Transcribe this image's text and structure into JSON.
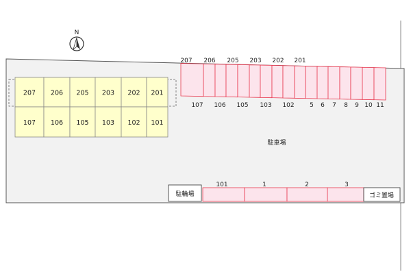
{
  "compass": {
    "label": "N",
    "icon": "north-arrow-icon"
  },
  "colors": {
    "building_fill": "#ffffcc",
    "building_stroke": "#888888",
    "parking_fill": "#fce4ec",
    "parking_stroke": "#e8384f",
    "lot_fill": "#f2f2f2",
    "lot_stroke": "#555555"
  },
  "building": {
    "upper_units": [
      "207",
      "206",
      "205",
      "203",
      "202",
      "201"
    ],
    "lower_units": [
      "107",
      "106",
      "105",
      "103",
      "102",
      "101"
    ]
  },
  "parking_top": {
    "upper_labels": [
      "207",
      "206",
      "205",
      "203",
      "202",
      "201"
    ],
    "lower_labels": [
      "107",
      "106",
      "105",
      "103",
      "102",
      "5",
      "6",
      "7",
      "8",
      "9",
      "10",
      "11"
    ]
  },
  "parking_area_label": "駐車場",
  "parking_bottom": {
    "labels": [
      "101",
      "1",
      "2",
      "3"
    ]
  },
  "bicycle_parking_label": "駐輪場",
  "garbage_area_label": "ゴミ置場"
}
